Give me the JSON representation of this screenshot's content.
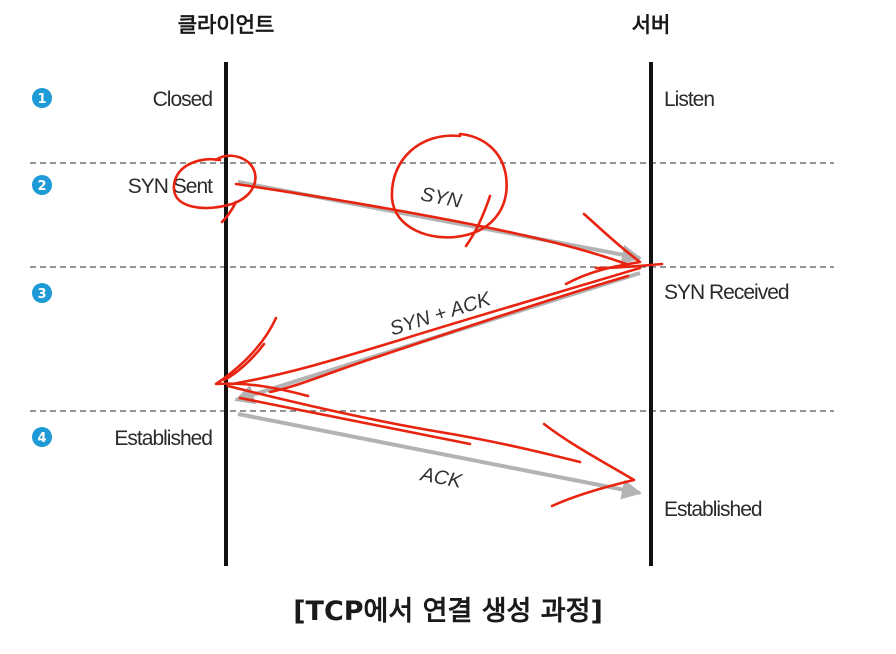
{
  "headers": {
    "client": "클라이언트",
    "server": "서버"
  },
  "steps": [
    {
      "number": "1",
      "client_state": "Closed",
      "server_state": "Listen"
    },
    {
      "number": "2",
      "client_state": "SYN Sent",
      "server_state": ""
    },
    {
      "number": "3",
      "client_state": "",
      "server_state": "SYN Received"
    },
    {
      "number": "4",
      "client_state": "Established",
      "server_state": "Established"
    }
  ],
  "messages": [
    {
      "label": "SYN",
      "direction": "client-to-server"
    },
    {
      "label": "SYN + ACK",
      "direction": "server-to-client"
    },
    {
      "label": "ACK",
      "direction": "client-to-server"
    }
  ],
  "caption": "[TCP에서 연결 생성 과정]",
  "colors": {
    "step_badge": "#1e9ad6",
    "lifeline": "#111111",
    "arrow": "#b3b3b3",
    "annotation": "#e8230f",
    "divider": "#555555"
  }
}
